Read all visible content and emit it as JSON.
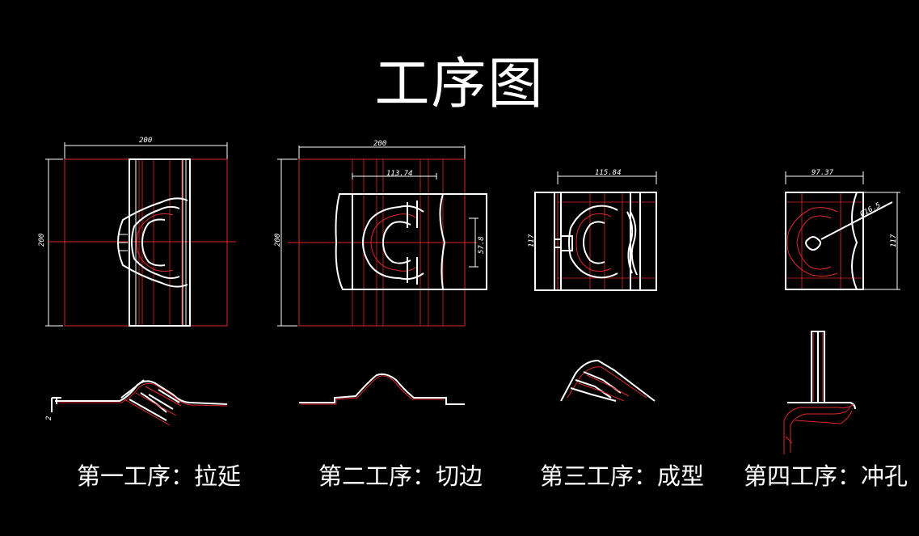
{
  "title": "工序图",
  "steps": [
    {
      "caption": "第一工序：拉延",
      "dims": {
        "width": "200",
        "height": "200",
        "side": "2"
      }
    },
    {
      "caption": "第二工序：切边",
      "dims": {
        "width": "200",
        "height": "200",
        "inner": "113.74",
        "side": "57.8"
      }
    },
    {
      "caption": "第三工序：成型",
      "dims": {
        "width": "115.84",
        "height": "117"
      }
    },
    {
      "caption": "第四工序：冲孔",
      "dims": {
        "width": "97.37",
        "height": "117",
        "hole": "Ø16.5"
      }
    }
  ],
  "colors": {
    "background": "#000000",
    "outline": "#ffffff",
    "construction": "#e0262b"
  }
}
